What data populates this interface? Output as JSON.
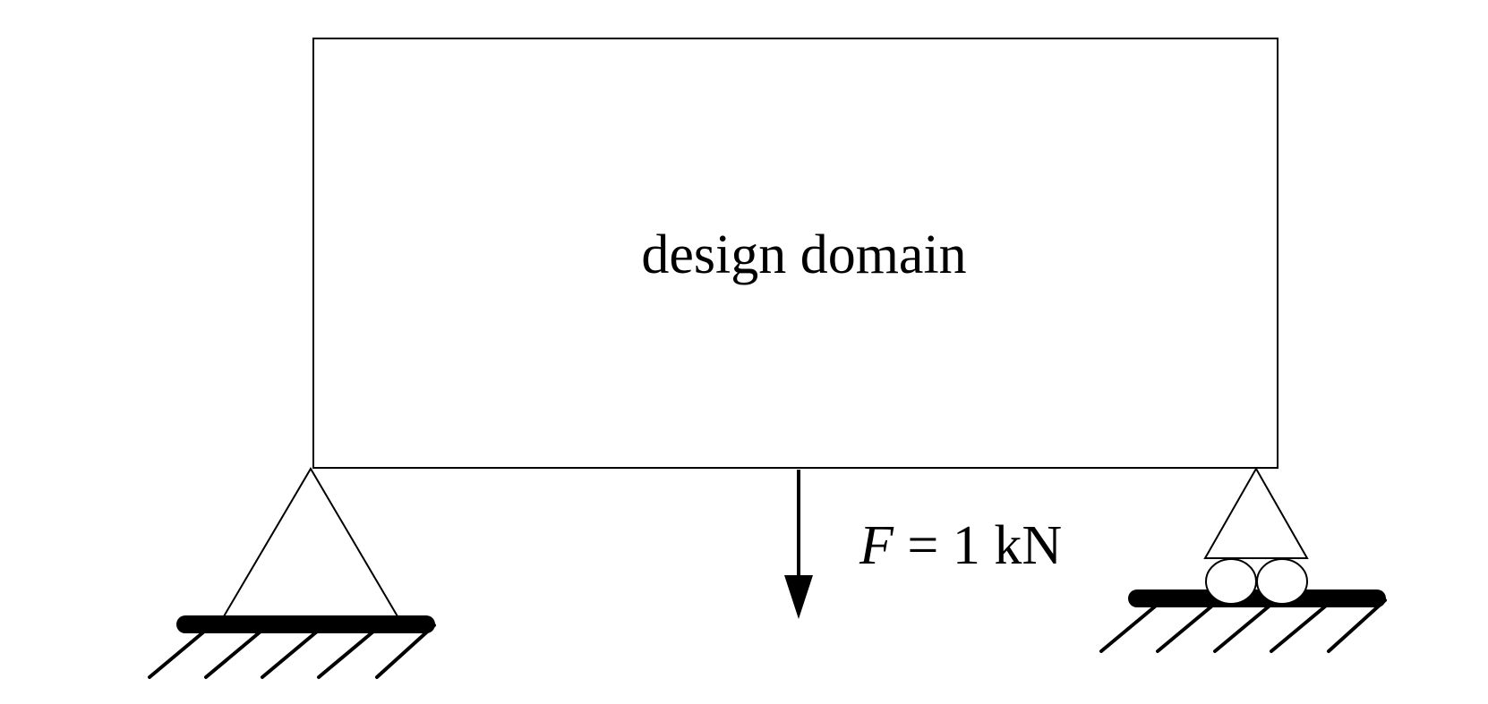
{
  "domain_label": "design domain",
  "load": {
    "symbol": "F",
    "equals": " = 1 kN"
  },
  "colors": {
    "stroke": "#000000",
    "background": "#ffffff"
  }
}
